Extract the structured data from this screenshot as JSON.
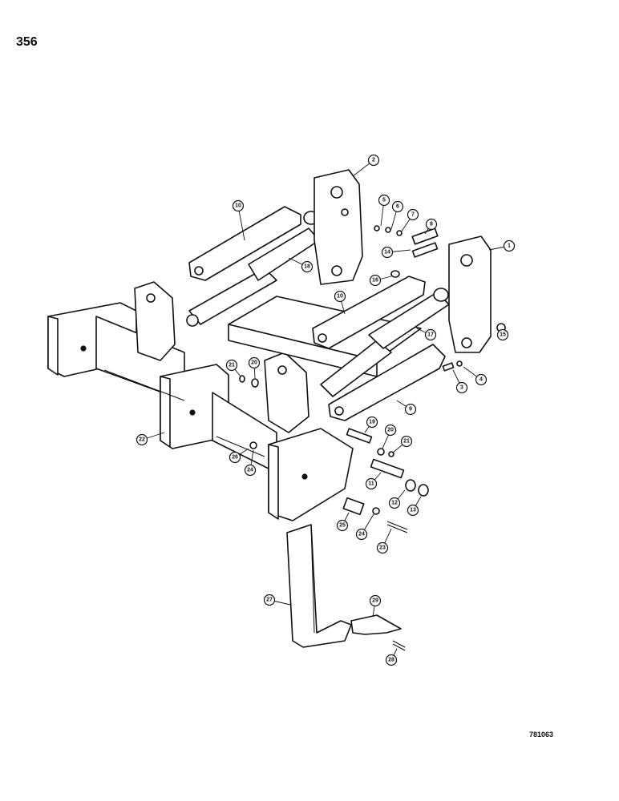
{
  "page_number": "356",
  "figure_code": "781063",
  "callouts": [
    {
      "id": "2",
      "label": "2"
    },
    {
      "id": "1",
      "label": "1"
    },
    {
      "id": "5",
      "label": "5"
    },
    {
      "id": "6",
      "label": "6"
    },
    {
      "id": "7",
      "label": "7"
    },
    {
      "id": "8",
      "label": "8"
    },
    {
      "id": "10a",
      "label": "10"
    },
    {
      "id": "14",
      "label": "14"
    },
    {
      "id": "16a",
      "label": "16"
    },
    {
      "id": "18",
      "label": "18"
    },
    {
      "id": "10b",
      "label": "10"
    },
    {
      "id": "17",
      "label": "17"
    },
    {
      "id": "15",
      "label": "15"
    },
    {
      "id": "3",
      "label": "3"
    },
    {
      "id": "4",
      "label": "4"
    },
    {
      "id": "9",
      "label": "9"
    },
    {
      "id": "21a",
      "label": "21"
    },
    {
      "id": "20a",
      "label": "20"
    },
    {
      "id": "22",
      "label": "22"
    },
    {
      "id": "19",
      "label": "19"
    },
    {
      "id": "20b",
      "label": "20"
    },
    {
      "id": "21b",
      "label": "21"
    },
    {
      "id": "26",
      "label": "26"
    },
    {
      "id": "24a",
      "label": "24"
    },
    {
      "id": "11",
      "label": "11"
    },
    {
      "id": "12",
      "label": "12"
    },
    {
      "id": "13",
      "label": "13"
    },
    {
      "id": "25",
      "label": "25"
    },
    {
      "id": "24b",
      "label": "24"
    },
    {
      "id": "23",
      "label": "23"
    },
    {
      "id": "27",
      "label": "27"
    },
    {
      "id": "29",
      "label": "29"
    },
    {
      "id": "28",
      "label": "28"
    }
  ]
}
